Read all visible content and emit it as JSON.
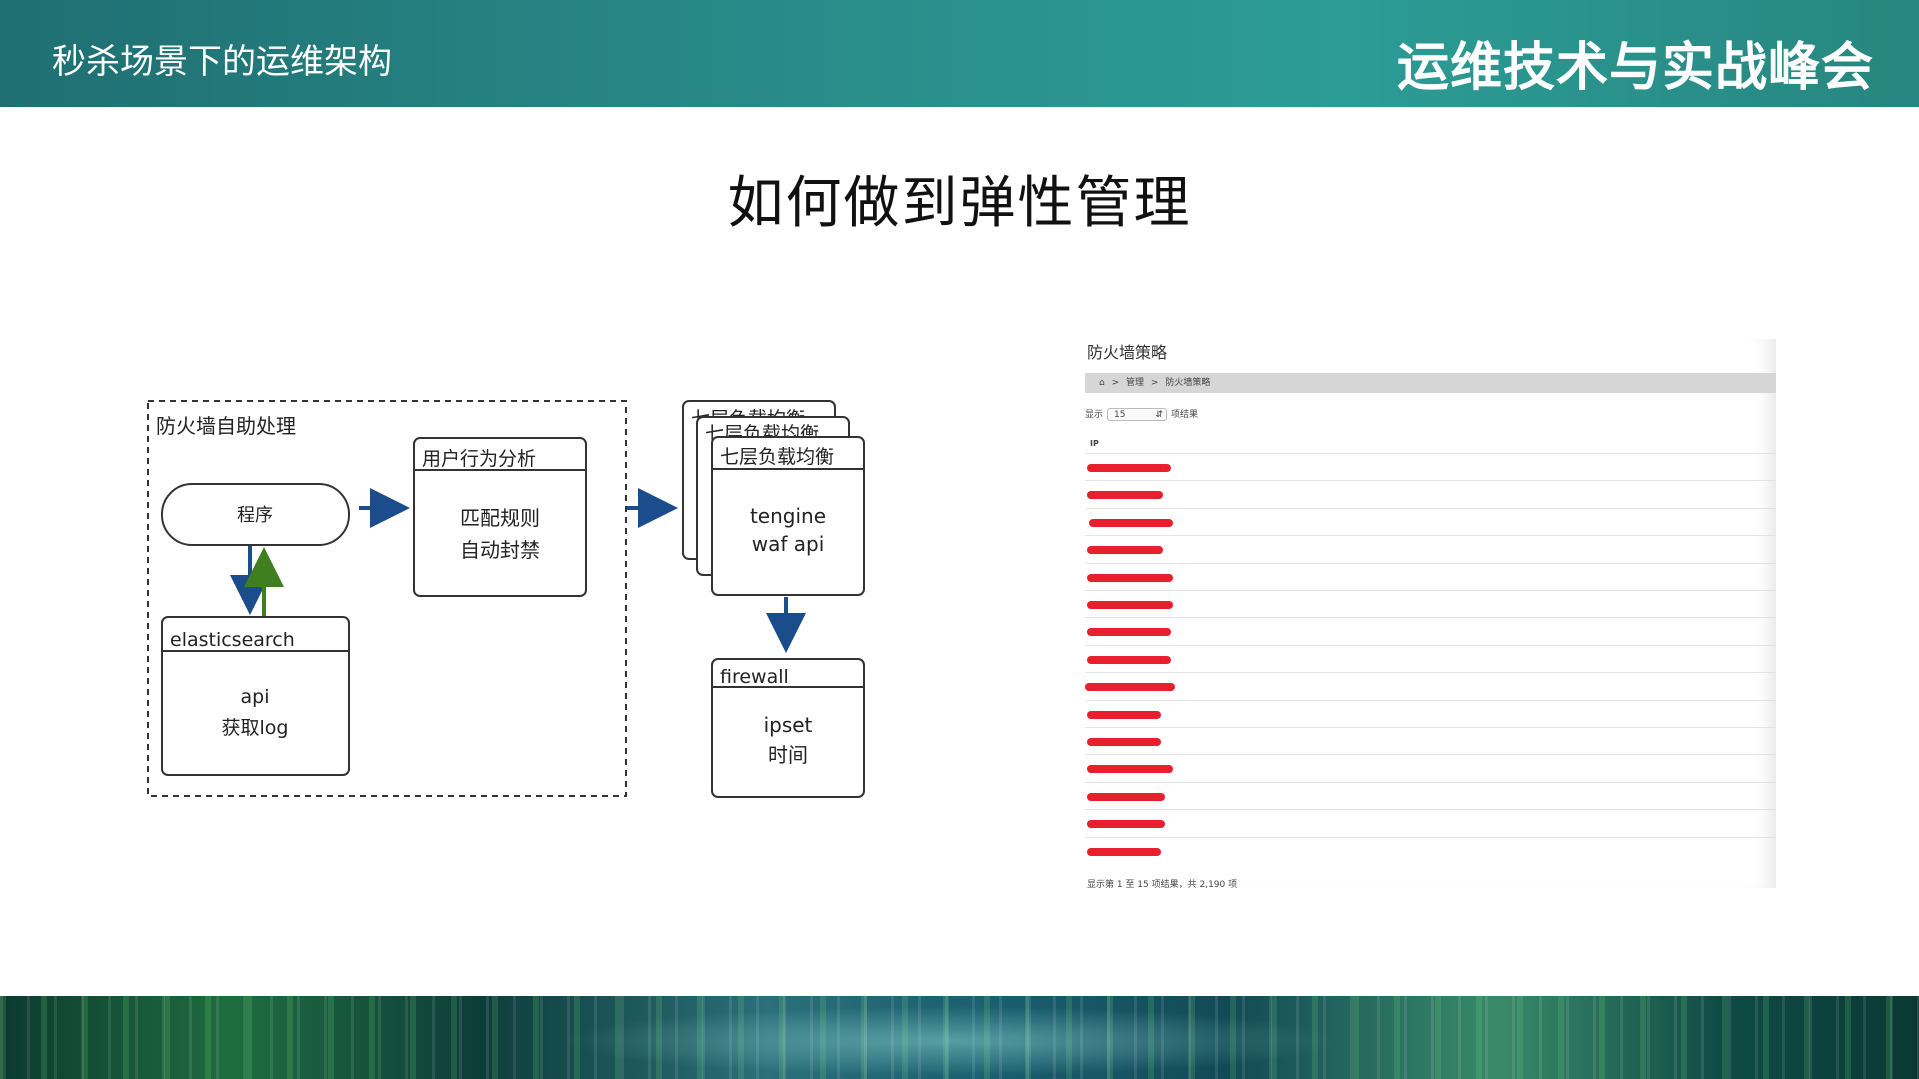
{
  "header": {
    "left_title": "秒杀场景下的运维架构",
    "right_title": "运维技术与实战峰会"
  },
  "slide": {
    "title": "如何做到弹性管理"
  },
  "diagram": {
    "group_label": "防火墙自助处理",
    "program_label": "程序",
    "es_box": {
      "header": "elasticsearch",
      "line1": "api",
      "line2": "获取log"
    },
    "analysis_box": {
      "header": "用户行为分析",
      "line1": "匹配规则",
      "line2": "自动封禁"
    },
    "lb_box": {
      "header": "七层负载均衡",
      "back_header_1": "七层负载均衡",
      "back_header_2": "七层负载均衡",
      "line1": "tengine",
      "line2": "waf api"
    },
    "fw_box": {
      "header": "firewall",
      "line1": "ipset",
      "line2": "时间"
    },
    "colors": {
      "arrow_blue": "#1b4d8c",
      "arrow_green": "#3f7f1f"
    }
  },
  "screenshot": {
    "heading": "防火墙策略",
    "breadcrumb": {
      "home_icon": "home-icon",
      "item1": "管理",
      "item2": "防火墙策略",
      "separator": ">"
    },
    "length": {
      "prefix": "显示",
      "value": "15",
      "suffix": "项结果"
    },
    "column_header": "IP",
    "row_count": 15,
    "redaction_color": "#e8202e",
    "info": "显示第 1 至 15 项结果，共 2,190 项"
  }
}
